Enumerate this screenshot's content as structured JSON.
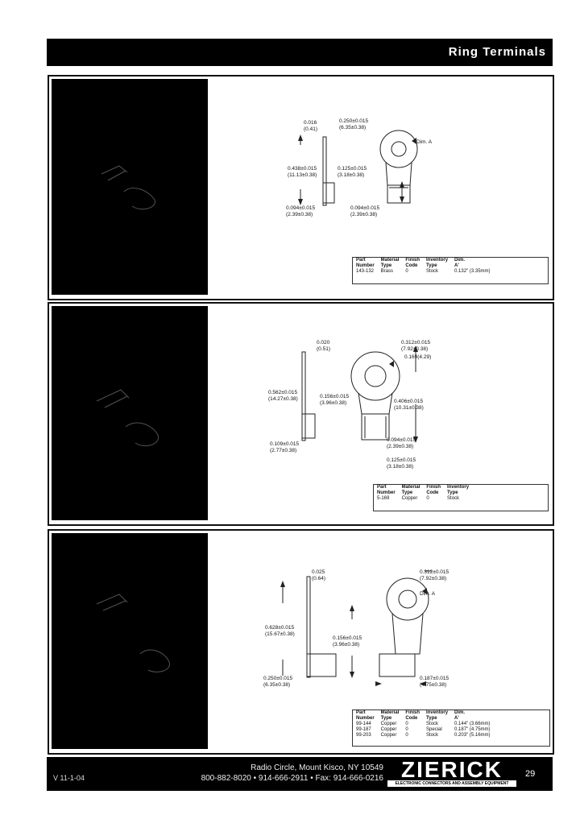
{
  "header": {
    "title": "Ring Terminals"
  },
  "products": [
    {
      "dims": [
        "0.016",
        "(0.41)",
        "0.250±0.015",
        "(6.35±0.38)",
        "Dim. A",
        "0.438±0.015",
        "(11.13±0.38)",
        "0.125±0.015",
        "(3.18±0.38)",
        "0.094±0.015",
        "(2.39±0.38)",
        "0.094±0.015",
        "(2.39±0.38)"
      ],
      "table": {
        "headers": [
          [
            "Part",
            "Number"
          ],
          [
            "Material",
            "Type"
          ],
          [
            "Finish",
            "Code"
          ],
          [
            "Inventory",
            "Type"
          ],
          [
            "Dim.",
            "A'"
          ]
        ],
        "rows": [
          [
            "143-132",
            "Brass",
            "0",
            "Stock",
            "0.132\" (3.35mm)"
          ]
        ]
      }
    },
    {
      "dims": [
        "0.020",
        "(0.51)",
        "0.312±0.015",
        "(7.92±0.38)",
        "0.169(4.29)",
        "0.562±0.015",
        "(14.27±0.38)",
        "0.156±0.015",
        "(3.96±0.38)",
        "0.406±0.015",
        "(10.31±0.38)",
        "0.094±0.015",
        "(2.39±0.38)",
        "0.109±0.015",
        "(2.77±0.38)",
        "0.125±0.015",
        "(3.18±0.38)"
      ],
      "table": {
        "headers": [
          [
            "Part",
            "Number"
          ],
          [
            "Material",
            "Type"
          ],
          [
            "Finish",
            "Code"
          ],
          [
            "Inventory",
            "Type"
          ]
        ],
        "rows": [
          [
            "5-169",
            "Copper",
            "0",
            "Stock"
          ]
        ]
      }
    },
    {
      "dims": [
        "0.025",
        "(0.64)",
        "0.312±0.015",
        "(7.92±0.38)",
        "Dim. A",
        "0.628±0.015",
        "(15.67±0.38)",
        "0.156±0.015",
        "(3.96±0.38)",
        "0.250±0.015",
        "(6.35±0.38)",
        "0.187±0.015",
        "(4.75±0.38)"
      ],
      "table": {
        "headers": [
          [
            "Part",
            "Number"
          ],
          [
            "Material",
            "Type"
          ],
          [
            "Finish",
            "Code"
          ],
          [
            "Inventory",
            "Type"
          ],
          [
            "Dim.",
            "A'"
          ]
        ],
        "rows": [
          [
            "99-144",
            "Copper",
            "0",
            "Stock",
            "0.144\" (3.66mm)"
          ],
          [
            "99-187",
            "Copper",
            "0",
            "Special",
            "0.187\" (4.75mm)"
          ],
          [
            "99-203",
            "Copper",
            "0",
            "Stock",
            "0.203\" (5.16mm)"
          ]
        ]
      }
    }
  ],
  "footer": {
    "address": "Radio Circle, Mount Kisco, NY 10549",
    "phones": "800-882-8020 • 914-666-2911 • Fax: 914-666-0216",
    "version": "V 11-1-04"
  },
  "logo": {
    "brand": "ZIERICK",
    "tagline": "ELECTRONIC CONNECTORS AND ASSEMBLY EQUIPMENT"
  },
  "page_number": "29"
}
